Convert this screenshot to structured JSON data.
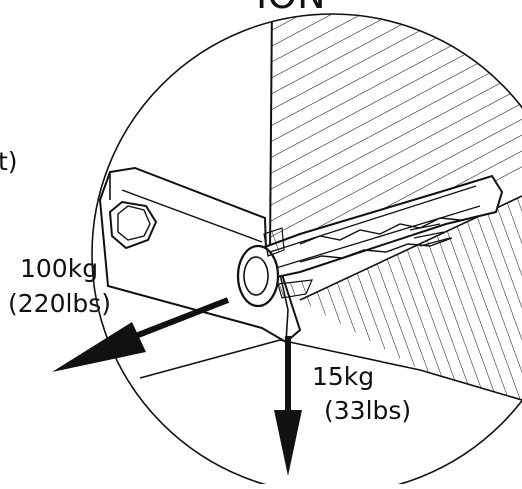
{
  "heading_fragment": "ION",
  "side_fragment": "t)",
  "forces": {
    "horizontal": {
      "metric": "100kg",
      "imperial": "(220lbs)"
    },
    "vertical": {
      "metric": "15kg",
      "imperial": "(33lbs)"
    }
  },
  "colors": {
    "line": "#111111",
    "background": "#ffffff"
  },
  "icons": {
    "hex_bolt": "hex-bolt-icon",
    "anchor_screw": "anchor-screw-icon",
    "arrow_diagonal": "arrow-down-left-icon",
    "arrow_down": "arrow-down-icon"
  }
}
